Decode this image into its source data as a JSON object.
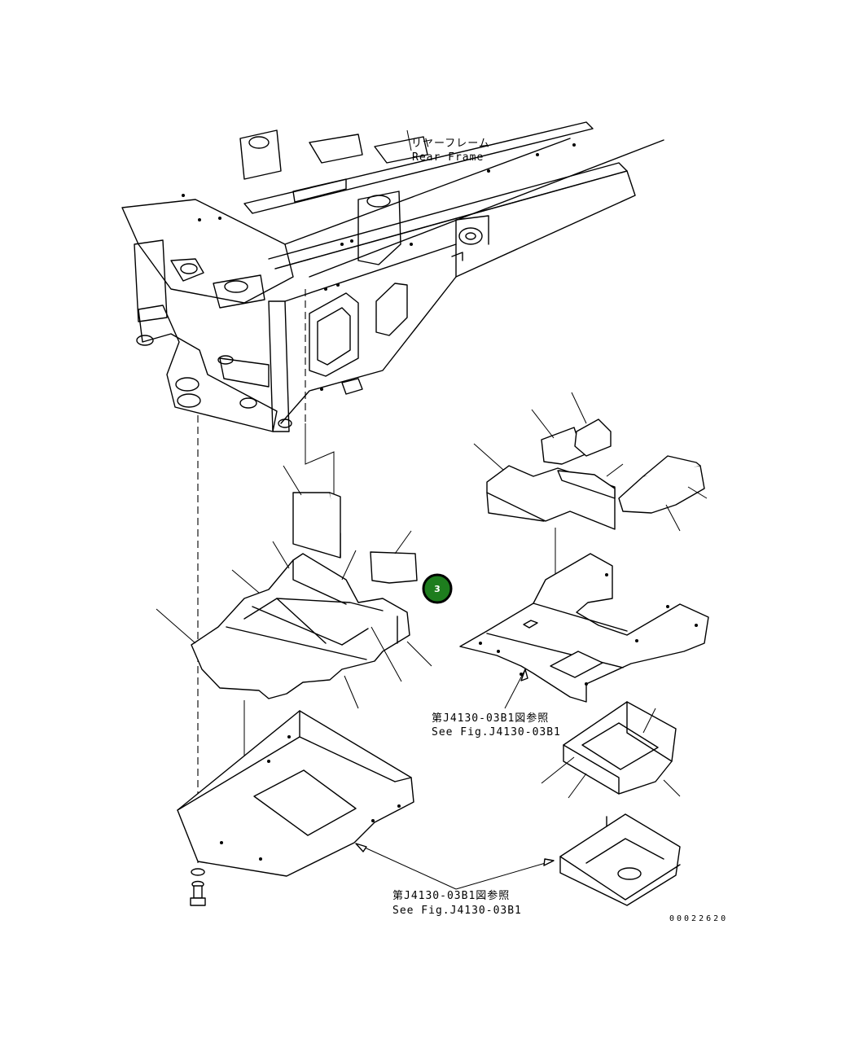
{
  "labels": {
    "rear_frame_jp": "リヤーフレーム",
    "rear_frame_en": "Rear Frame",
    "ref_upper_jp": "第J4130-03B1図参照",
    "ref_upper_en": "See Fig.J4130-03B1",
    "ref_lower_jp": "第J4130-03B1図参照",
    "ref_lower_en": "See Fig.J4130-03B1",
    "drawing_code": "00022620"
  },
  "callout": {
    "number": "3",
    "color": "#1e7d1e"
  }
}
